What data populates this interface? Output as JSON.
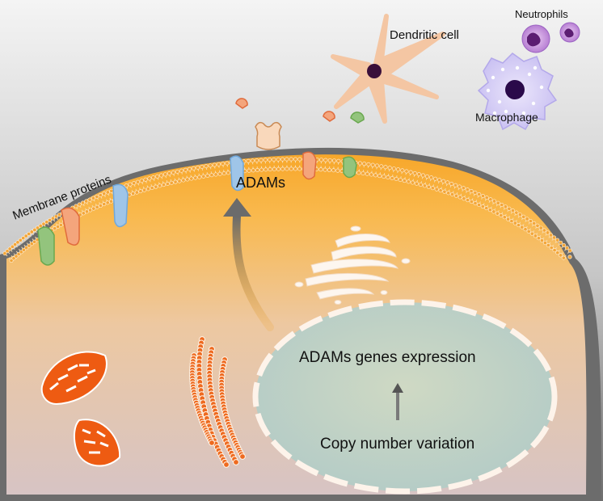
{
  "labels": {
    "dendritic_cell": "Dendritic cell",
    "neutrophils": "Neutrophils",
    "macrophage": "Macrophage",
    "membrane_proteins": "Membrane proteins",
    "adams": "ADAMs",
    "genes_expression": "ADAMs genes expression",
    "copy_number_variation": "Copy number variation"
  }
}
